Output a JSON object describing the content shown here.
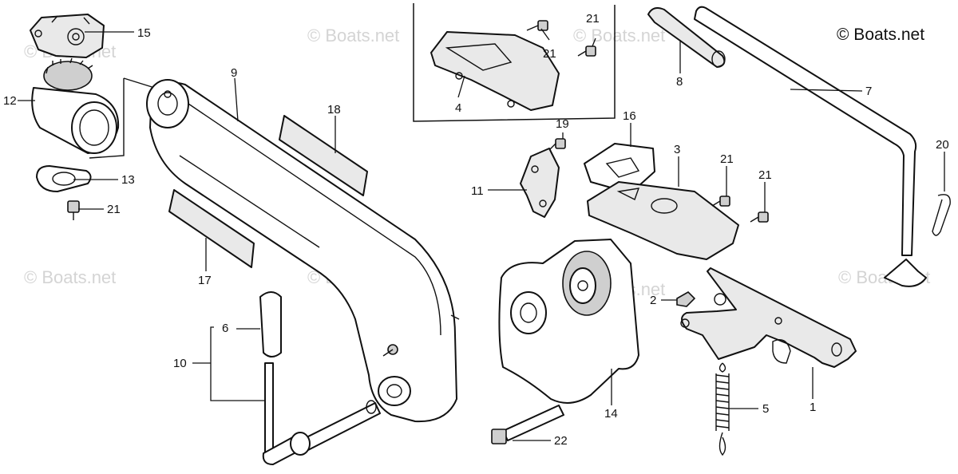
{
  "copyright": "© Boats.net",
  "watermark": "© Boats.net",
  "callouts": {
    "c1": "1",
    "c2": "2",
    "c3": "3",
    "c4": "4",
    "c5": "5",
    "c6": "6",
    "c7": "7",
    "c8": "8",
    "c9": "9",
    "c10": "10",
    "c11": "11",
    "c12": "12",
    "c13": "13",
    "c14": "14",
    "c15": "15",
    "c16": "16",
    "c17": "17",
    "c18": "18",
    "c19": "19",
    "c20": "20",
    "c21": "21",
    "c22": "22"
  }
}
